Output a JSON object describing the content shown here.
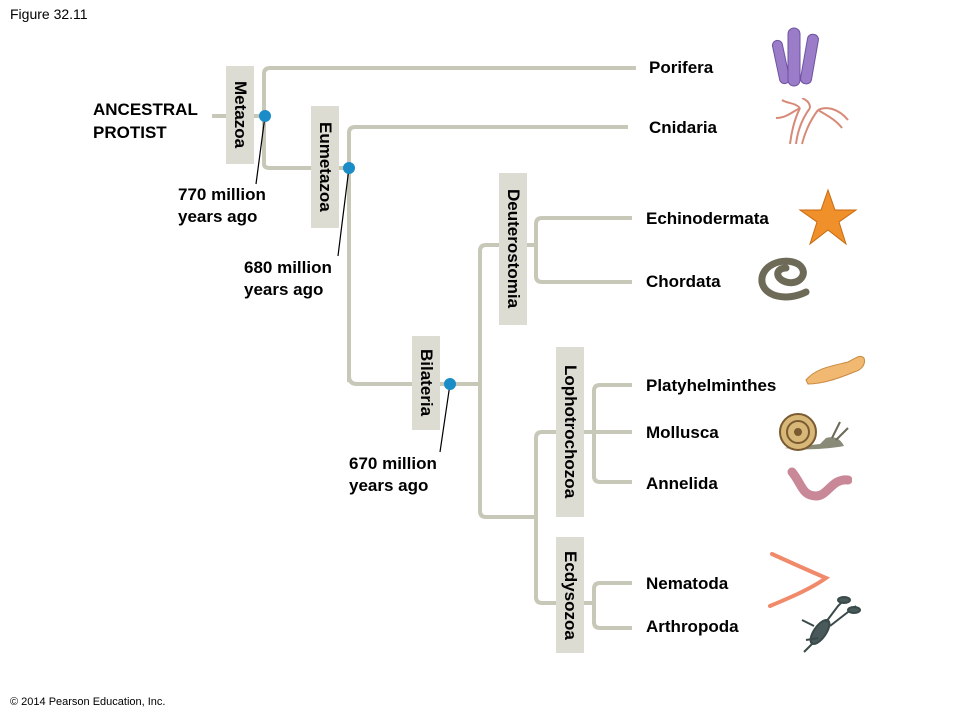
{
  "figure_label": "Figure 32.11",
  "copyright": "© 2014 Pearson Education, Inc.",
  "root": {
    "line1": "ANCESTRAL",
    "line2": "PROTIST"
  },
  "clades": {
    "metazoa": "Metazoa",
    "eumetazoa": "Eumetazoa",
    "bilateria": "Bilateria",
    "deuterostomia": "Deuterostomia",
    "lophotrochozoa": "Lophotrochozoa",
    "ecdysozoa": "Ecdysozoa"
  },
  "divergence_times": {
    "metazoa": {
      "line1": "770 million",
      "line2": "years ago"
    },
    "eumetazoa": {
      "line1": "680 million",
      "line2": "years ago"
    },
    "bilateria": {
      "line1": "670 million",
      "line2": "years ago"
    }
  },
  "phyla": {
    "porifera": "Porifera",
    "cnidaria": "Cnidaria",
    "echinodermata": "Echinodermata",
    "chordata": "Chordata",
    "platyhelminthes": "Platyhelminthes",
    "mollusca": "Mollusca",
    "annelida": "Annelida",
    "nematoda": "Nematoda",
    "arthropoda": "Arthropoda"
  },
  "colors": {
    "branch": "#c8c8b8",
    "node": "#1a8cc8",
    "clade_box": "#dcdcd3"
  },
  "icons": [
    "sponge-icon",
    "cnidarian-icon",
    "sea-star-icon",
    "lamprey-icon",
    "flatworm-icon",
    "snail-icon",
    "earthworm-icon",
    "nematode-icon",
    "lobster-icon"
  ]
}
